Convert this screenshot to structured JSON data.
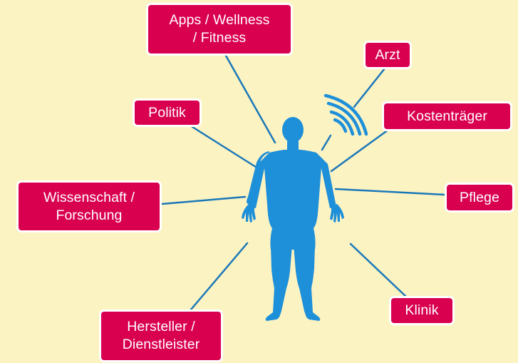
{
  "nodes": {
    "apps": "Apps / Wellness\n/ Fitness",
    "arzt": "Arzt",
    "politik": "Politik",
    "kostentraeger": "Kostenträger",
    "wissenschaft": "Wissenschaft /\nForschung",
    "pflege": "Pflege",
    "klinik": "Klinik",
    "hersteller": "Hersteller /\nDienstleister"
  },
  "colors": {
    "background": "#fcf3c3",
    "node_fill": "#d9004f",
    "node_text": "#ffffff",
    "line": "#1a78b8",
    "figure": "#1e8fd9"
  },
  "icons": {
    "center": "human-body-icon",
    "signal": "wireless-signal-icon"
  }
}
